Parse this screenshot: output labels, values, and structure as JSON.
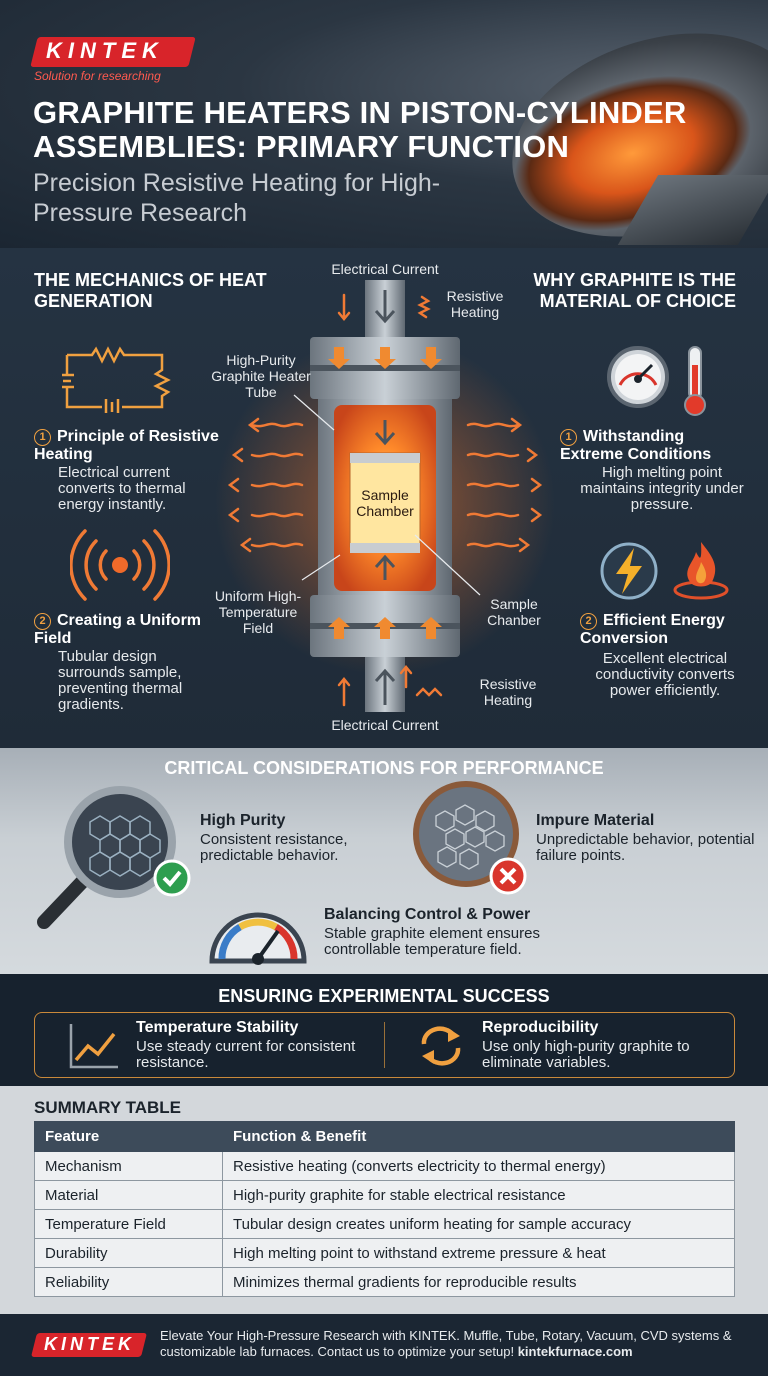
{
  "header": {
    "logo": "KINTEK",
    "tagline": "Solution for researching",
    "title": "GRAPHITE HEATERS IN PISTON-CYLINDER ASSEMBLIES: PRIMARY FUNCTION",
    "subtitle": "Precision Resistive Heating for High-Pressure Research"
  },
  "mechanics": {
    "title": "THE MECHANICS OF HEAT GENERATION",
    "items": [
      {
        "num": "1",
        "title": "Principle of Resistive Heating",
        "text": "Electrical current converts to thermal energy instantly.",
        "icon": "circuit-icon"
      },
      {
        "num": "2",
        "title": "Creating a Uniform Field",
        "text": "Tubular design surrounds sample, preventing thermal gradients.",
        "icon": "radiating-waves-icon"
      }
    ]
  },
  "why": {
    "title": "WHY GRAPHITE IS THE MATERIAL OF CHOICE",
    "items": [
      {
        "num": "1",
        "title": "Withstanding Extreme Conditions",
        "text": "High melting point maintains integrity under pressure.",
        "icon": "pressure-gauge-icon"
      },
      {
        "num": "2",
        "title": "Efficient Energy Conversion",
        "text": "Excellent electrical conductivity converts power efficiently.",
        "icon": "lightning-bolt-icon"
      }
    ]
  },
  "diagram": {
    "current_top": "Electrical Current",
    "current_bottom": "Electrical Current",
    "heating_top": "Resistive Heating",
    "heating_bottom": "Resistive Heating",
    "heater_tube": "High-Purity Graphite Heater Tube",
    "sample_chamber": "Sample Chamber",
    "uniform_field": "Uniform High-Temperature Field",
    "sample_chanber": "Sample Chanber"
  },
  "critical": {
    "title": "CRITICAL CONSIDERATIONS FOR PERFORMANCE",
    "items": [
      {
        "title": "High Purity",
        "text": "Consistent resistance, predictable behavior.",
        "status": "check"
      },
      {
        "title": "Impure Material",
        "text": "Unpredictable behavior, potential failure points.",
        "status": "cross"
      },
      {
        "title": "Balancing Control & Power",
        "text": "Stable graphite element ensures controllable temperature field."
      }
    ]
  },
  "success": {
    "title": "ENSURING EXPERIMENTAL SUCCESS",
    "items": [
      {
        "title": "Temperature Stability",
        "text": "Use steady current for consistent resistance.",
        "icon": "trend-line-icon"
      },
      {
        "title": "Reproducibility",
        "text": "Use only high-purity graphite to eliminate variables.",
        "icon": "refresh-icon"
      }
    ]
  },
  "summary": {
    "title": "SUMMARY TABLE",
    "headers": [
      "Feature",
      "Function & Benefit"
    ],
    "rows": [
      [
        "Mechanism",
        "Resistive heating (converts electricity to thermal energy)"
      ],
      [
        "Material",
        "High-purity graphite for stable electrical resistance"
      ],
      [
        "Temperature Field",
        "Tubular design creates uniform heating for sample accuracy"
      ],
      [
        "Durability",
        "High melting point to withstand extreme pressure & heat"
      ],
      [
        "Reliability",
        "Minimizes thermal gradients for reproducible results"
      ]
    ]
  },
  "footer": {
    "logo": "KINTEK",
    "text": "Elevate Your High-Pressure Research with KINTEK. Muffle, Tube, Rotary, Vacuum, CVD systems & customizable lab furnaces. Contact us to optimize your setup!",
    "link": "kintekfurnace.com"
  },
  "colors": {
    "accent": "#f0a040",
    "brand": "#d8242a",
    "check": "#2e9e4f",
    "cross": "#d9352c"
  }
}
